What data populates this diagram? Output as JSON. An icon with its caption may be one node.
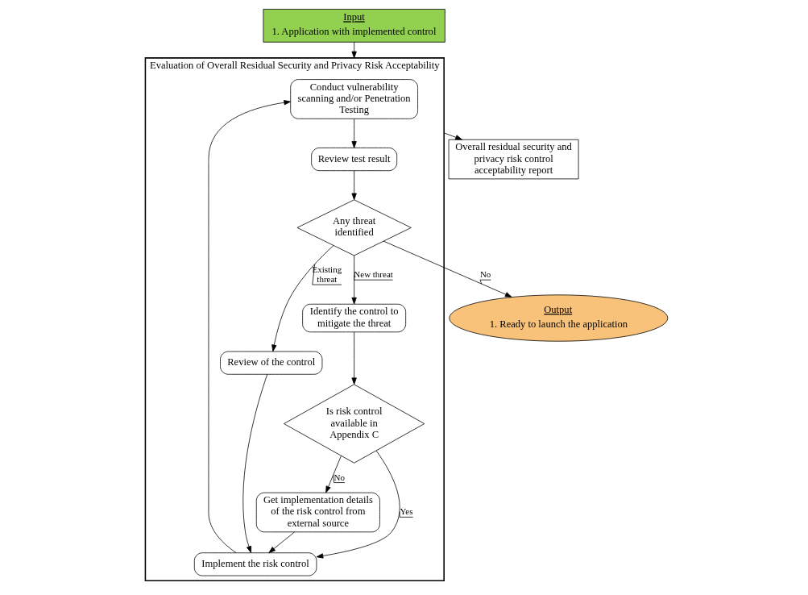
{
  "diagram": {
    "nodes": [
      {
        "text": [
          "Input",
          "1. Application with implemented control"
        ]
      },
      {
        "text": [
          "Evaluation of Overall Residual Security and Privacy Risk Acceptability"
        ]
      },
      {
        "text": [
          "Conduct vulnerability scanning and/or Penetration Testing"
        ],
        "in": 1
      },
      {
        "text": [
          "Review test result"
        ],
        "in": 1
      },
      {
        "text": [
          "Any threat identified"
        ],
        "in": 1
      },
      {
        "text": [
          "Review of the control"
        ],
        "in": 1
      },
      {
        "text": [
          "Identify the control to mitigate the threat"
        ],
        "in": 1
      },
      {
        "text": [
          "Is risk control available in Appendix C"
        ],
        "in": 1
      },
      {
        "text": [
          "Implement the risk control"
        ],
        "in": 1
      },
      {
        "text": [
          "Get implementation details of the risk control from external source"
        ],
        "in": 1
      },
      {
        "text": [
          "Overall residual security and privacy risk control acceptability report"
        ]
      },
      {
        "text": [
          "Output",
          "1. Ready to launch the application"
        ]
      }
    ],
    "edges": [
      {
        "from": 0,
        "to": 1,
        "arrow": "to"
      },
      {
        "from": 2,
        "to": 3,
        "arrow": "to"
      },
      {
        "from": 3,
        "to": 4,
        "arrow": "to"
      },
      {
        "from": 4,
        "to": 5,
        "arrow": "to",
        "label": "Existing threat"
      },
      {
        "from": 4,
        "to": 6,
        "arrow": "to",
        "label": "New threat"
      },
      {
        "from": 4,
        "to": 11,
        "arrow": "to",
        "label": "No"
      },
      {
        "from": 6,
        "to": 7,
        "arrow": "to"
      },
      {
        "from": 7,
        "to": 8,
        "arrow": "to",
        "label": "Yes"
      },
      {
        "from": 7,
        "to": 9,
        "arrow": "to",
        "label": "No"
      },
      {
        "from": 5,
        "to": 8,
        "arrow": "to"
      },
      {
        "from": 9,
        "to": 8,
        "arrow": "to"
      },
      {
        "from": 8,
        "to": 2,
        "arrow": "to"
      },
      {
        "from": 1,
        "to": 10,
        "arrow": "to"
      }
    ]
  }
}
